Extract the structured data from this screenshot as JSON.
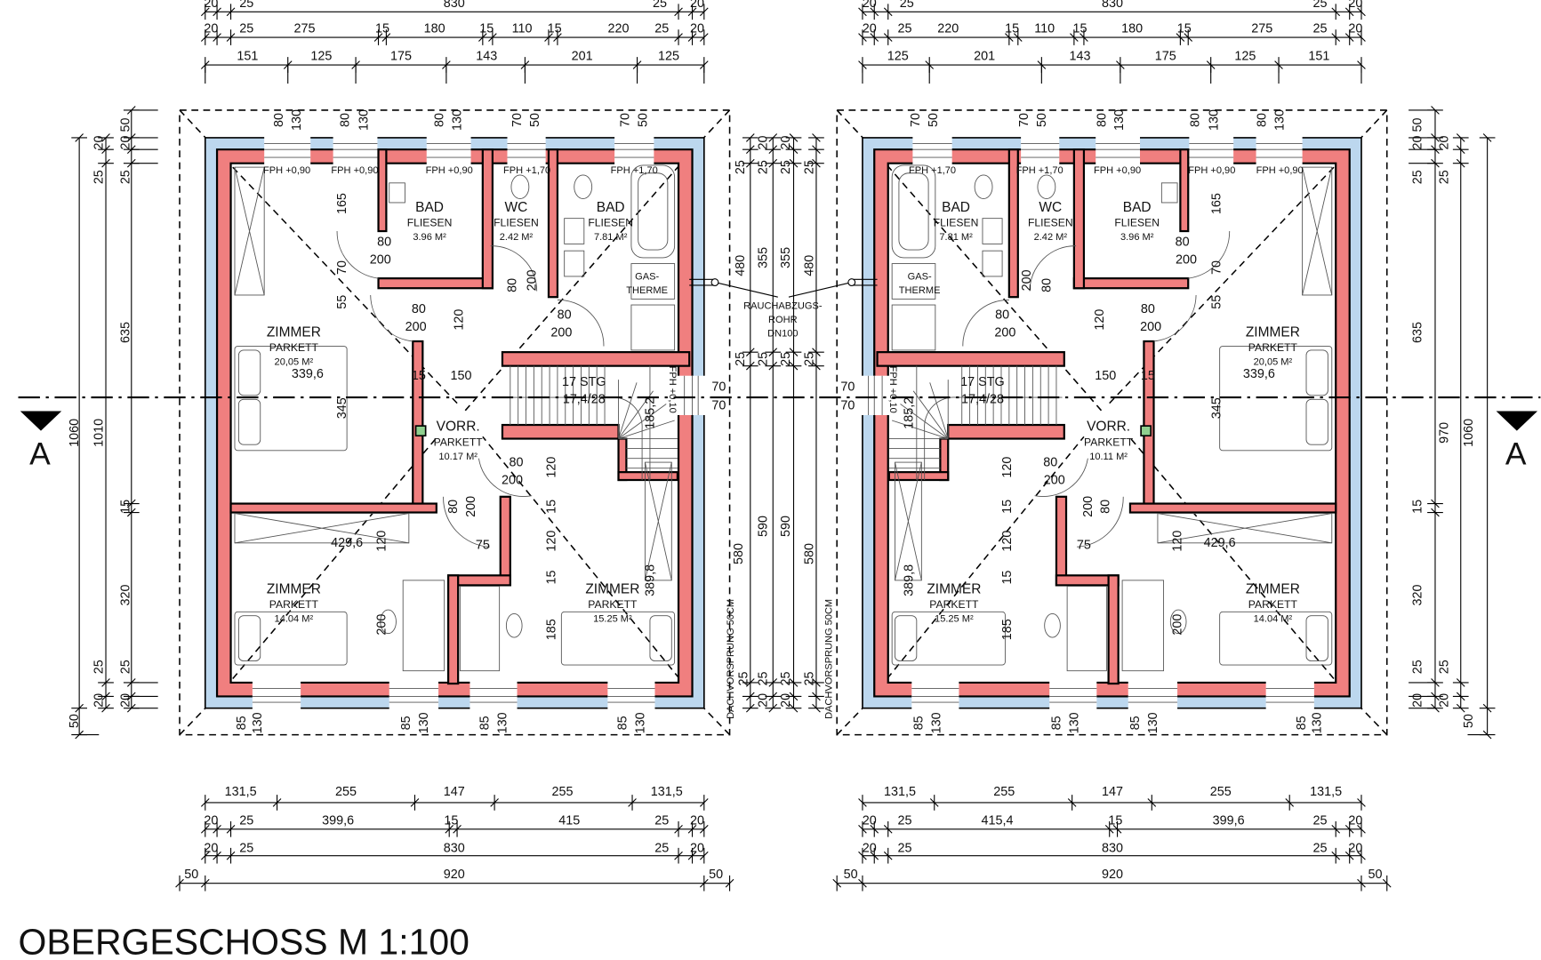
{
  "title": "OBERGESCHOSS M 1:100",
  "section_marker": "A",
  "colors": {
    "wall": "#f07f7f",
    "insulation": "#bcd7ee",
    "marker": "#8fd08f"
  },
  "shared": {
    "flue": [
      "RAUCHABZUGS-",
      "ROHR",
      "DN100"
    ],
    "eaves": "DACHVORSPRUNG 50CM",
    "mid_dims": [
      "25",
      "480",
      "25",
      "580",
      "25",
      "20",
      "25",
      "355",
      "25",
      "590",
      "25",
      "20",
      "20",
      "25",
      "355",
      "25",
      "590",
      "25",
      "20",
      "25",
      "480",
      "25",
      "580",
      "25"
    ]
  },
  "left": {
    "top_dims": [
      [
        "20",
        "25",
        "830",
        "25",
        "20"
      ],
      [
        "20",
        "25",
        "275",
        "15",
        "180",
        "15",
        "110",
        "15",
        "220",
        "25",
        "20"
      ],
      [
        "151",
        "125",
        "175",
        "143",
        "201",
        "125"
      ]
    ],
    "bottom_dims": [
      [
        "131,5",
        "255",
        "147",
        "255",
        "131,5"
      ],
      [
        "20",
        "25",
        "399,6",
        "15",
        "415",
        "25",
        "20"
      ],
      [
        "20",
        "25",
        "830",
        "25",
        "20"
      ],
      [
        "50",
        "920",
        "50"
      ]
    ],
    "side_dims": [
      "50",
      "20",
      "20",
      "25",
      "25",
      "635",
      "1010",
      "1060",
      "15",
      "320",
      "25",
      "25",
      "20",
      "20",
      "50"
    ],
    "rooms": [
      {
        "name": "BAD",
        "floor": "FLIESEN",
        "area": "3.96 M²"
      },
      {
        "name": "WC",
        "floor": "FLIESEN",
        "area": "2.42 M²"
      },
      {
        "name": "BAD",
        "floor": "FLIESEN",
        "area": "7.81 M²"
      },
      {
        "name": "ZIMMER",
        "floor": "PARKETT",
        "area": "20,05 M²"
      },
      {
        "name": "VORR.",
        "floor": "PARKETT",
        "area": "10.17 M²"
      },
      {
        "name": "ZIMMER",
        "floor": "PARKETT",
        "area": "14.04 M²"
      },
      {
        "name": "ZIMMER",
        "floor": "PARKETT",
        "area": "15.25 M²"
      }
    ],
    "fph": [
      "FPH +0,90",
      "FPH +0,90",
      "FPH +0,90",
      "FPH +1,70",
      "FPH +1,70",
      "FPH +0,10"
    ],
    "stair": {
      "steps": "17 STG",
      "ratio": "17,4/28"
    },
    "gas": [
      "GAS-",
      "THERME"
    ],
    "inner_dims": [
      "165",
      "70",
      "55",
      "80",
      "200",
      "80",
      "200",
      "80",
      "200",
      "80",
      "200",
      "120",
      "15",
      "150",
      "339,6",
      "345",
      "80",
      "200",
      "80",
      "200",
      "120",
      "15",
      "429,6",
      "120",
      "75",
      "120",
      "15",
      "200",
      "185",
      "389,8",
      "185,2",
      "70",
      "70"
    ],
    "window_top": [
      "80",
      "130",
      "80",
      "130",
      "80",
      "130",
      "70",
      "50",
      "70",
      "50"
    ],
    "window_bottom": [
      "85",
      "130",
      "85",
      "130",
      "85",
      "130",
      "85",
      "130"
    ]
  },
  "right": {
    "top_dims": [
      [
        "20",
        "25",
        "830",
        "25",
        "20"
      ],
      [
        "20",
        "25",
        "275",
        "15",
        "180",
        "15",
        "110",
        "15",
        "220",
        "25",
        "20"
      ],
      [
        "151",
        "125",
        "175",
        "143",
        "201",
        "125"
      ]
    ],
    "bottom_dims": [
      [
        "131,5",
        "255",
        "147",
        "255",
        "131,5"
      ],
      [
        "20",
        "25",
        "399,6",
        "15",
        "415,4",
        "25",
        "20"
      ],
      [
        "20",
        "25",
        "830",
        "25",
        "20"
      ],
      [
        "50",
        "920",
        "50"
      ]
    ],
    "side_dims": [
      "50",
      "20",
      "20",
      "25",
      "25",
      "635",
      "970",
      "1060",
      "15",
      "320",
      "25",
      "25",
      "20",
      "20",
      "50"
    ],
    "rooms": [
      {
        "name": "BAD",
        "floor": "FLIESEN",
        "area": "3.96 M²"
      },
      {
        "name": "WC",
        "floor": "FLIESEN",
        "area": "2.42 M²"
      },
      {
        "name": "BAD",
        "floor": "FLIESEN",
        "area": "7.81 M²"
      },
      {
        "name": "ZIMMER",
        "floor": "PARKETT",
        "area": "20,05 M²"
      },
      {
        "name": "VORR.",
        "floor": "PARKETT",
        "area": "10.11 M²"
      },
      {
        "name": "ZIMMER",
        "floor": "PARKETT",
        "area": "14.04 M²"
      },
      {
        "name": "ZIMMER",
        "floor": "PARKETT",
        "area": "15.25 M²"
      }
    ],
    "fph": [
      "FPH +0,90",
      "FPH +0,90",
      "FPH +0,90",
      "FPH +1,70",
      "FPH +1,70",
      "FPH +0,10"
    ],
    "stair": {
      "steps": "17 STG",
      "ratio": "17,4/28"
    },
    "gas": [
      "GAS-",
      "THERME"
    ],
    "inner_dims": [
      "165",
      "70",
      "55",
      "80",
      "200",
      "80",
      "200",
      "80",
      "200",
      "80",
      "200",
      "120",
      "15",
      "150",
      "339,6",
      "345",
      "80",
      "200",
      "80",
      "200",
      "120",
      "15",
      "429,6",
      "120",
      "75",
      "120",
      "15",
      "200",
      "185",
      "389,8",
      "185,2",
      "70",
      "70"
    ],
    "window_top": [
      "130",
      "80",
      "130",
      "80",
      "130",
      "80",
      "50",
      "70",
      "50",
      "70"
    ],
    "window_bottom": [
      "130",
      "85",
      "130",
      "85",
      "130",
      "85",
      "130",
      "85"
    ]
  }
}
